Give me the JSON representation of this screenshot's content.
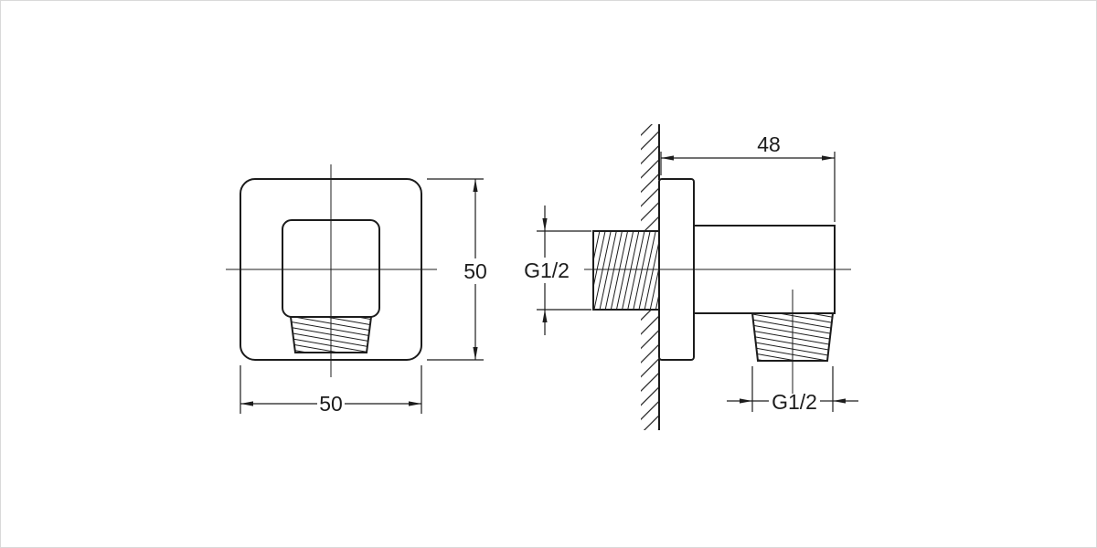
{
  "colors": {
    "ink": "#1c1c1c",
    "background": "#ffffff"
  },
  "drawing": {
    "kind": "technical-dimension-drawing",
    "views": {
      "front": {
        "width_dim": "50",
        "height_dim": "50"
      },
      "side": {
        "depth_dim": "48",
        "inlet_thread_dim": "G1/2",
        "outlet_thread_dim": "G1/2"
      }
    }
  }
}
